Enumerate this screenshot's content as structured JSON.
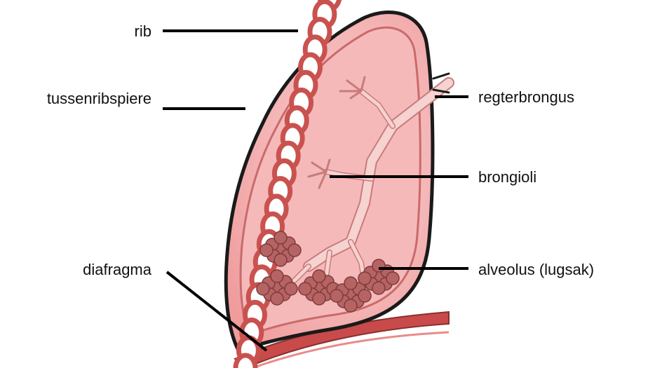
{
  "labels": {
    "rib": "rib",
    "intercostal": "tussenribspiere",
    "diaphragm": "diafragma",
    "right_bronchus": "regterbrongus",
    "bronchioles": "brongioli",
    "alveolus": "alveolus (lugsak)"
  },
  "colors": {
    "lung_fill": "#f2a9aa",
    "lung_inner": "#f6c3c4",
    "outline": "#1a1a1a",
    "rib_fill": "#c9524f",
    "rib_highlight": "#ffffff",
    "bronchus": "#f6d2d0",
    "alveoli": "#b56363",
    "diaphragm": "#c94a4a",
    "leader_line": "#000000"
  }
}
